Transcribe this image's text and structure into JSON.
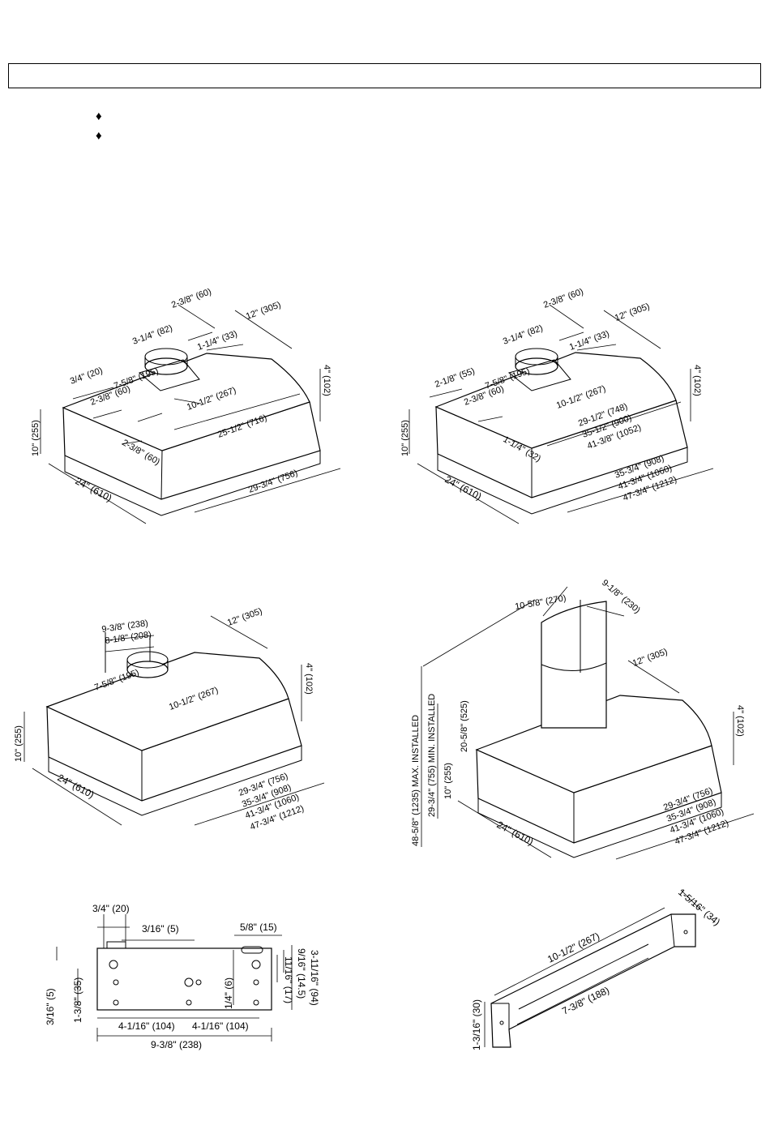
{
  "bullets": [
    "♦",
    "♦"
  ],
  "diagram1": {
    "d1": "2-3/8\" (60)",
    "d2": "12\" (305)",
    "d3": "3-1/4\" (82)",
    "d4": "1-1/4\" (33)",
    "d5": "4\" (102)",
    "d6": "3/4\" (20)",
    "d7": "7-5/8\" (195)",
    "d8": "2-3/8\" (60)",
    "d9": "10-1/2\" (267)",
    "d10": "10\" (255)",
    "d11": "25-1/2\" (716)",
    "d12": "2-3/8\" (60)",
    "d13": "24\" (610)",
    "d14": "29-3/4\" (756)"
  },
  "diagram2": {
    "d1": "2-3/8\" (60)",
    "d2": "12\" (305)",
    "d3": "3-1/4\" (82)",
    "d4": "1-1/4\" (33)",
    "d5": "4\" (102)",
    "d6": "2-1/8\" (55)",
    "d7": "7-5/8\" (195)",
    "d8": "2-3/8\" (60)",
    "d9": "10-1/2\" (267)",
    "d10": "29-1/2\" (748)",
    "d11": "35-1/2\" (900)",
    "d12": "41-3/8\" (1052)",
    "d13": "10\" (255)",
    "d14": "1-1/4\" (32)",
    "d15": "24\" (610)",
    "d16": "35-3/4\" (908)",
    "d17": "41-3/4\" (1060)",
    "d18": "47-3/4\" (1212)"
  },
  "diagram3": {
    "d1": "9-3/8\" (238)",
    "d2": "8-1/8\" (208)",
    "d3": "12\" (305)",
    "d4": "4\" (102)",
    "d5": "7-5/8\" (195)",
    "d6": "10-1/2\" (267)",
    "d7": "10\" (255)",
    "d8": "24\" (610)",
    "d9": "29-3/4\" (756)",
    "d10": "35-3/4\" (908)",
    "d11": "41-3/4\" (1060)",
    "d12": "47-3/4\" (1212)"
  },
  "diagram4": {
    "d1": "10-5/8\" (270)",
    "d2": "9-1/8\" (230)",
    "d3": "12\" (305)",
    "d4": "4\" (102)",
    "d5": "48-5/8\" (1235) MAX. INSTALLED",
    "d6": "29-3/4\" (755) MIN. INSTALLED",
    "d7": "20-5/8\" (525)",
    "d8": "10\" (255)",
    "d9": "24\" (610)",
    "d10": "29-3/4\" (756)",
    "d11": "35-3/4\" (908)",
    "d12": "41-3/4\" (1060)",
    "d13": "47-3/4\" (1212)"
  },
  "bracket_plate": {
    "d1": "3/4\" (20)",
    "d2": "3/16\" (5)",
    "d3": "5/8\" (15)",
    "d4": "3-11/16\" (94)",
    "d5": "9/16\" (14.5)",
    "d6": "11/16\" (17)",
    "d7": "3/16\" (5)",
    "d8": "1-3/8\" (35)",
    "d9": "1/4\" (6)",
    "d10": "4-1/16\" (104)",
    "d11": "4-1/16\" (104)",
    "d12": "9-3/8\" (238)"
  },
  "bracket_angle": {
    "d1": "1-5/16\" (34)",
    "d2": "10-1/2\" (267)",
    "d3": "7-3/8\" (188)",
    "d4": "1-3/16\" (30)"
  }
}
